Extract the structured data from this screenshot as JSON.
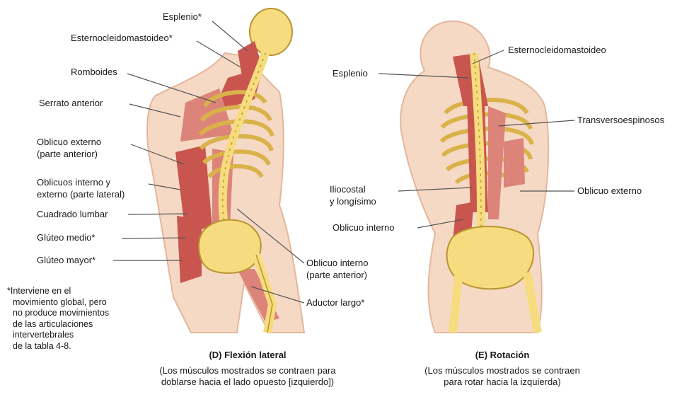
{
  "panel_d": {
    "labels": {
      "esplenio": "Esplenio*",
      "esternocleidomastoideo": "Esternocleidomastoideo*",
      "romboides": "Romboides",
      "serrato_anterior": "Serrato anterior",
      "oblicuo_externo_1": "Oblicuo externo",
      "oblicuo_externo_2": "(parte anterior)",
      "oblicuos_ie_1": "Oblicuos interno y",
      "oblicuos_ie_2": "externo (parte lateral)",
      "cuadrado_lumbar": "Cuadrado lumbar",
      "gluteo_medio": "Glúteo medio*",
      "gluteo_mayor": "Glúteo mayor*",
      "oblicuo_interno_1": "Oblicuo interno",
      "oblicuo_interno_2": "(parte anterior)",
      "aductor_largo": "Aductor largo*"
    },
    "caption_title": "(D) Flexión lateral",
    "caption_line1": "(Los músculos mostrados se contraen para",
    "caption_line2": "doblarse hacia el lado opuesto [izquierdo])"
  },
  "panel_e": {
    "labels": {
      "esternocleidomastoideo": "Esternocleidomastoideo",
      "esplenio": "Esplenio",
      "transversoespinosos": "Transversoespinosos",
      "iliocostal_1": "Iliocostal",
      "iliocostal_2": "y longísimo",
      "oblicuo_externo": "Oblicuo externo",
      "oblicuo_interno": "Oblicuo interno"
    },
    "caption_title": "(E) Rotación",
    "caption_line1": "(Los músculos mostrados se contraen",
    "caption_line2": "para rotar hacia la izquierda)"
  },
  "footnote": {
    "line1": "*Interviene en el",
    "line2": "movimiento global, pero",
    "line3": "no produce movimientos",
    "line4": "de las articulaciones",
    "line5": "intervertebrales",
    "line6": "de la tabla 4-8."
  },
  "colors": {
    "skin": "#f5d9c4",
    "skin_outline": "#e3b79c",
    "bone": "#f6dc7e",
    "bone_outline": "#b99432",
    "muscle": "#c8564e",
    "muscle_light": "#dc847a",
    "leader": "#555555"
  }
}
